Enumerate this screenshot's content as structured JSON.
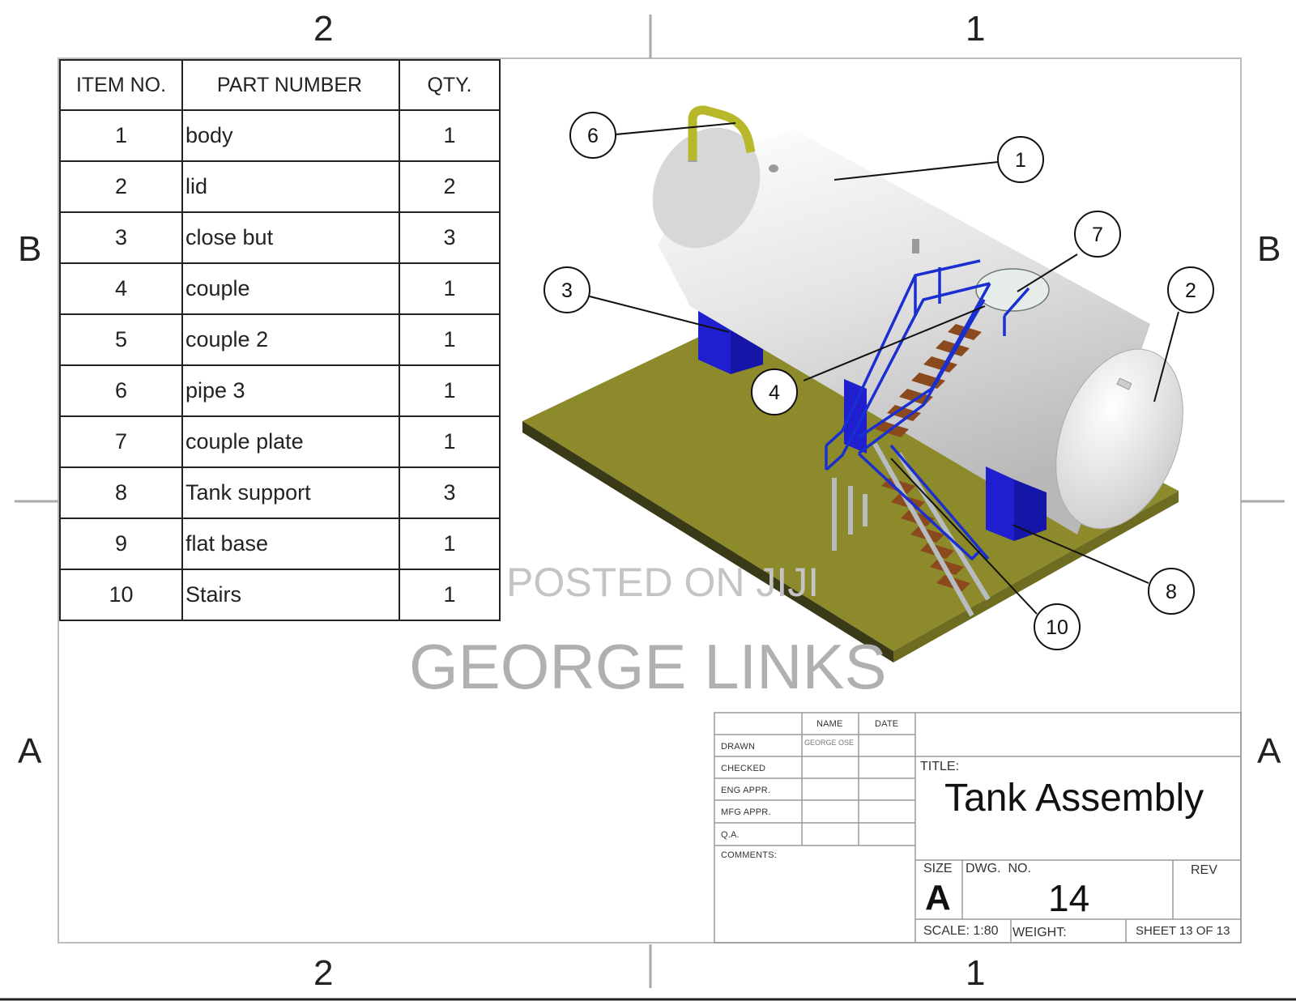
{
  "zones": {
    "top": [
      "2",
      "1"
    ],
    "bottom": [
      "2",
      "1"
    ],
    "left": [
      "B",
      "A"
    ],
    "right": [
      "B",
      "A"
    ]
  },
  "bom": {
    "headers": {
      "item": "ITEM NO.",
      "part": "PART NUMBER",
      "qty": "QTY."
    },
    "rows": [
      {
        "item": "1",
        "part": "body",
        "qty": "1"
      },
      {
        "item": "2",
        "part": "lid",
        "qty": "2"
      },
      {
        "item": "3",
        "part": "close but",
        "qty": "3"
      },
      {
        "item": "4",
        "part": "couple",
        "qty": "1"
      },
      {
        "item": "5",
        "part": "couple 2",
        "qty": "1"
      },
      {
        "item": "6",
        "part": "pipe 3",
        "qty": "1"
      },
      {
        "item": "7",
        "part": "couple plate",
        "qty": "1"
      },
      {
        "item": "8",
        "part": "Tank support",
        "qty": "3"
      },
      {
        "item": "9",
        "part": "flat base",
        "qty": "1"
      },
      {
        "item": "10",
        "part": "Stairs",
        "qty": "1"
      }
    ]
  },
  "callouts": [
    "6",
    "1",
    "7",
    "3",
    "2",
    "4",
    "8",
    "10"
  ],
  "watermark": {
    "line1": "POSTED ON JIJI",
    "line2": "GEORGE LINKS"
  },
  "titleblock": {
    "col_name": "NAME",
    "col_date": "DATE",
    "rows": [
      "DRAWN",
      "CHECKED",
      "ENG APPR.",
      "MFG APPR.",
      "Q.A."
    ],
    "drawn_name": "GEORGE OSE",
    "comments": "COMMENTS:",
    "title_label": "TITLE:",
    "title": "Tank Assembly",
    "size_label": "SIZE",
    "size": "A",
    "dwg_label": "DWG.  NO.",
    "dwg_no": "14",
    "rev_label": "REV",
    "scale": "SCALE: 1:80",
    "weight": "WEIGHT:",
    "sheet": "SHEET 13 OF 13"
  },
  "colors": {
    "tank_body": "#dcdcdc",
    "base_plate": "#8c8a2a",
    "supports": "#1f1fd0",
    "railing": "#1a2fd0",
    "stair_treads": "#8b4a1e",
    "pipe": "#b7b82a"
  }
}
